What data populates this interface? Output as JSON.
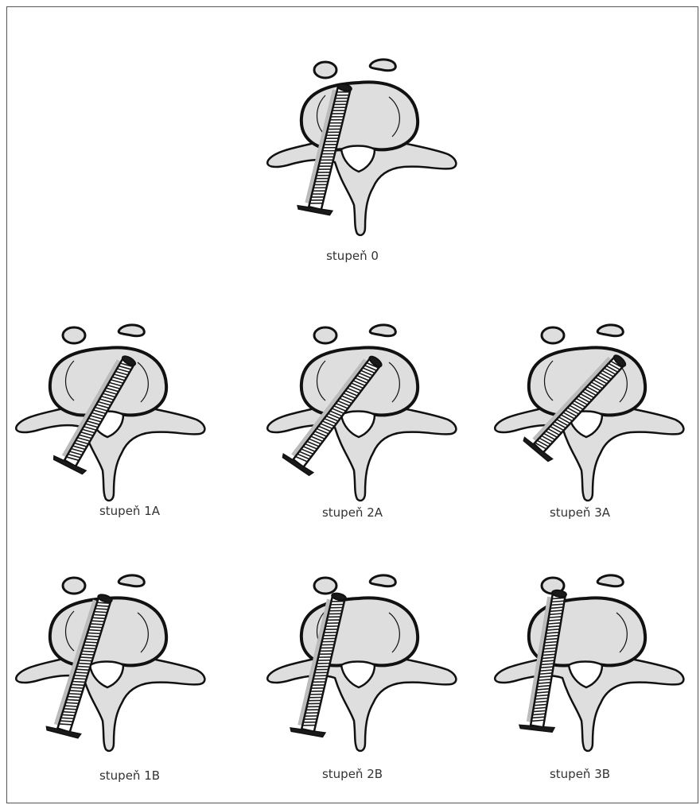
{
  "figures": [
    {
      "id": "0",
      "label": "stupeň 0"
    },
    {
      "id": "1A",
      "label": "stupeň 1A"
    },
    {
      "id": "2A",
      "label": "stupeň 2A"
    },
    {
      "id": "3A",
      "label": "stupeň 3A"
    },
    {
      "id": "1B",
      "label": "stupeň 1B"
    },
    {
      "id": "2B",
      "label": "stupeň 2B"
    },
    {
      "id": "3B",
      "label": "stupeň 3B"
    }
  ],
  "colors": {
    "bone_fill": "#dedede",
    "outline": "#111111",
    "screw_stripe": "#1a1a1a",
    "screw_fill": "#ffffff",
    "shadow": "#bcbcbc"
  }
}
